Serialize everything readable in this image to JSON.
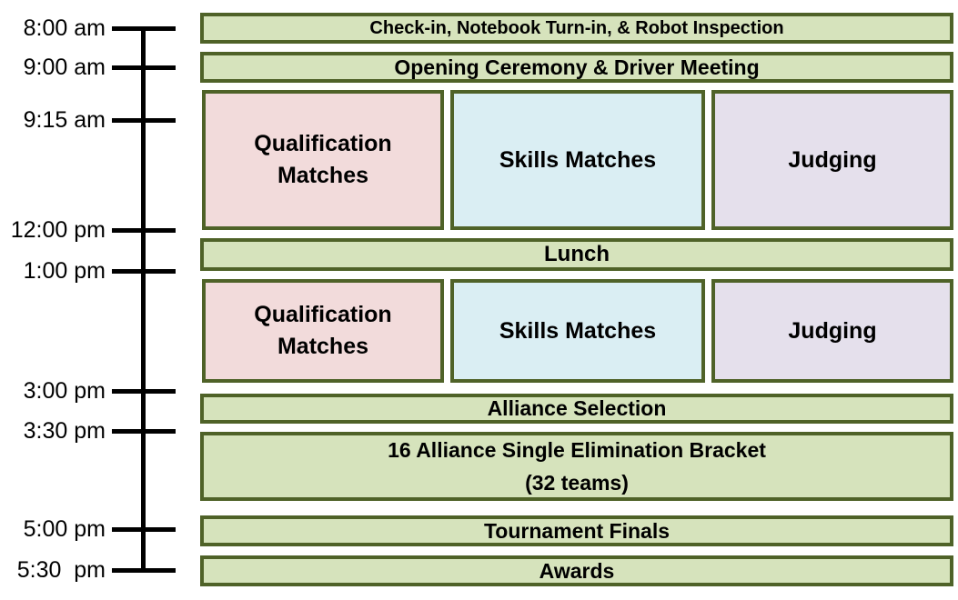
{
  "colors": {
    "background": "#ffffff",
    "green_fill": "#d6e3bc",
    "pink_fill": "#f2dbdb",
    "blue_fill": "#daeef3",
    "purple_fill": "#e5e0ec",
    "border": "#4f6228",
    "timeline": "#000000"
  },
  "timeline": {
    "times": [
      "8:00 am",
      "9:00 am",
      "9:15 am",
      "12:00 pm",
      "1:00 pm",
      "3:00 pm",
      "3:30 pm",
      "5:00 pm",
      "5:30  pm"
    ]
  },
  "schedule": {
    "checkin": "Check-in, Notebook Turn-in, & Robot Inspection",
    "opening": "Opening Ceremony & Driver Meeting",
    "morning": {
      "qualification": "Qualification Matches",
      "skills": "Skills Matches",
      "judging": "Judging"
    },
    "lunch": "Lunch",
    "afternoon": {
      "qualification": "Qualification Matches",
      "skills": "Skills Matches",
      "judging": "Judging"
    },
    "alliance_selection": "Alliance Selection",
    "bracket_line1": "16 Alliance Single Elimination Bracket",
    "bracket_line2": "(32 teams)",
    "tournament_finals": "Tournament Finals",
    "awards": "Awards"
  }
}
